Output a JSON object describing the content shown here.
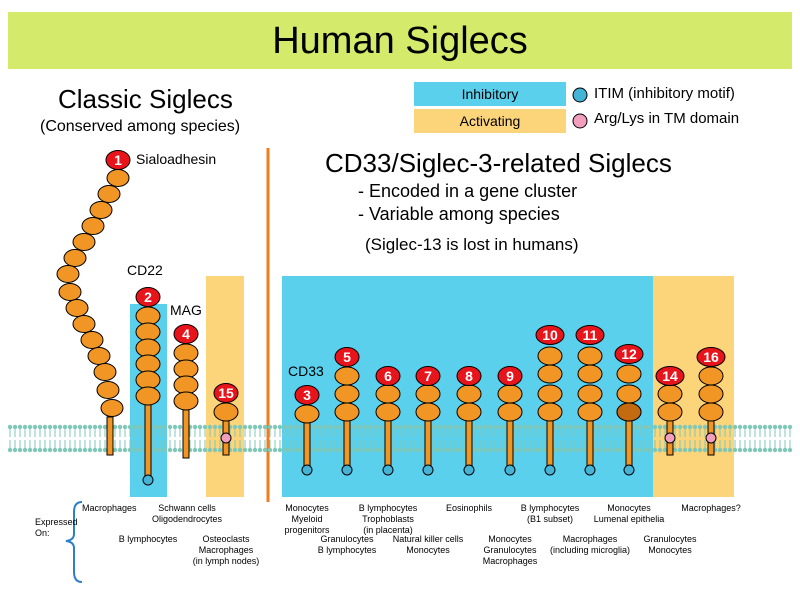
{
  "title": "Human Siglecs",
  "classic": {
    "heading": "Classic Siglecs",
    "sub": "(Conserved among species)"
  },
  "cd33_section": {
    "heading": "CD33/Siglec-3-related Siglecs",
    "bullet1": "- Encoded in a gene cluster",
    "bullet2": "- Variable among species",
    "note": "(Siglec-13 is lost in humans)"
  },
  "legend": {
    "inhibitory": "Inhibitory",
    "activating": "Activating",
    "itim": "ITIM (inhibitory motif)",
    "arglys": "Arg/Lys in TM domain"
  },
  "colors": {
    "banner": "#d4ea6b",
    "inhibitory": "#5ad0ec",
    "activating": "#fcd47a",
    "domain": "#f19624",
    "badge": "#e8141b",
    "itim": "#43b3d6",
    "arglys": "#f19fbd",
    "divider": "#f07c1e",
    "membrane": "#7fc8b8",
    "bracket": "#2e7fc9"
  },
  "siglec_labels": {
    "s1": "1",
    "s2": "2",
    "s3": "3",
    "s4": "4",
    "s5": "5",
    "s6": "6",
    "s7": "7",
    "s8": "8",
    "s9": "9",
    "s10": "10",
    "s11": "11",
    "s12": "12",
    "s14": "14",
    "s15": "15",
    "s16": "16"
  },
  "names": {
    "sialoadhesin": "Sialoadhesin",
    "cd22": "CD22",
    "mag": "MAG",
    "cd33": "CD33"
  },
  "expressed_label_1": "Expressed",
  "expressed_label_2": "On:",
  "expression": {
    "macrophages": "Macrophages",
    "schwann": "Schwann cells",
    "oligo": "Oligodendrocytes",
    "blymph": "B lymphocytes",
    "osteo1": "Osteoclasts",
    "osteo2": "Macrophages",
    "osteo3": "(in lymph nodes)",
    "mono1": "Monocytes",
    "mono2": "Myeloid",
    "mono3": "progenitors",
    "gran1": "Granulocytes",
    "gran2": "B lymphocytes",
    "troph1": "B lymphocytes",
    "troph2": "Trophoblasts",
    "troph3": "(in placenta)",
    "nk1": "Natural killer cells",
    "nk2": "Monocytes",
    "eos": "Eosinophils",
    "s9a": "Monocytes",
    "s9b": "Granulocytes",
    "s9c": "Macrophages",
    "b1a": "B lymphocytes",
    "b1b": "(B1 subset)",
    "mic1": "Macrophages",
    "mic2": "(including microglia)",
    "lum1": "Monocytes",
    "lum2": "Lumenal epithelia",
    "s14a": "Granulocytes",
    "s14b": "Monocytes",
    "mq": "Macrophages?"
  }
}
